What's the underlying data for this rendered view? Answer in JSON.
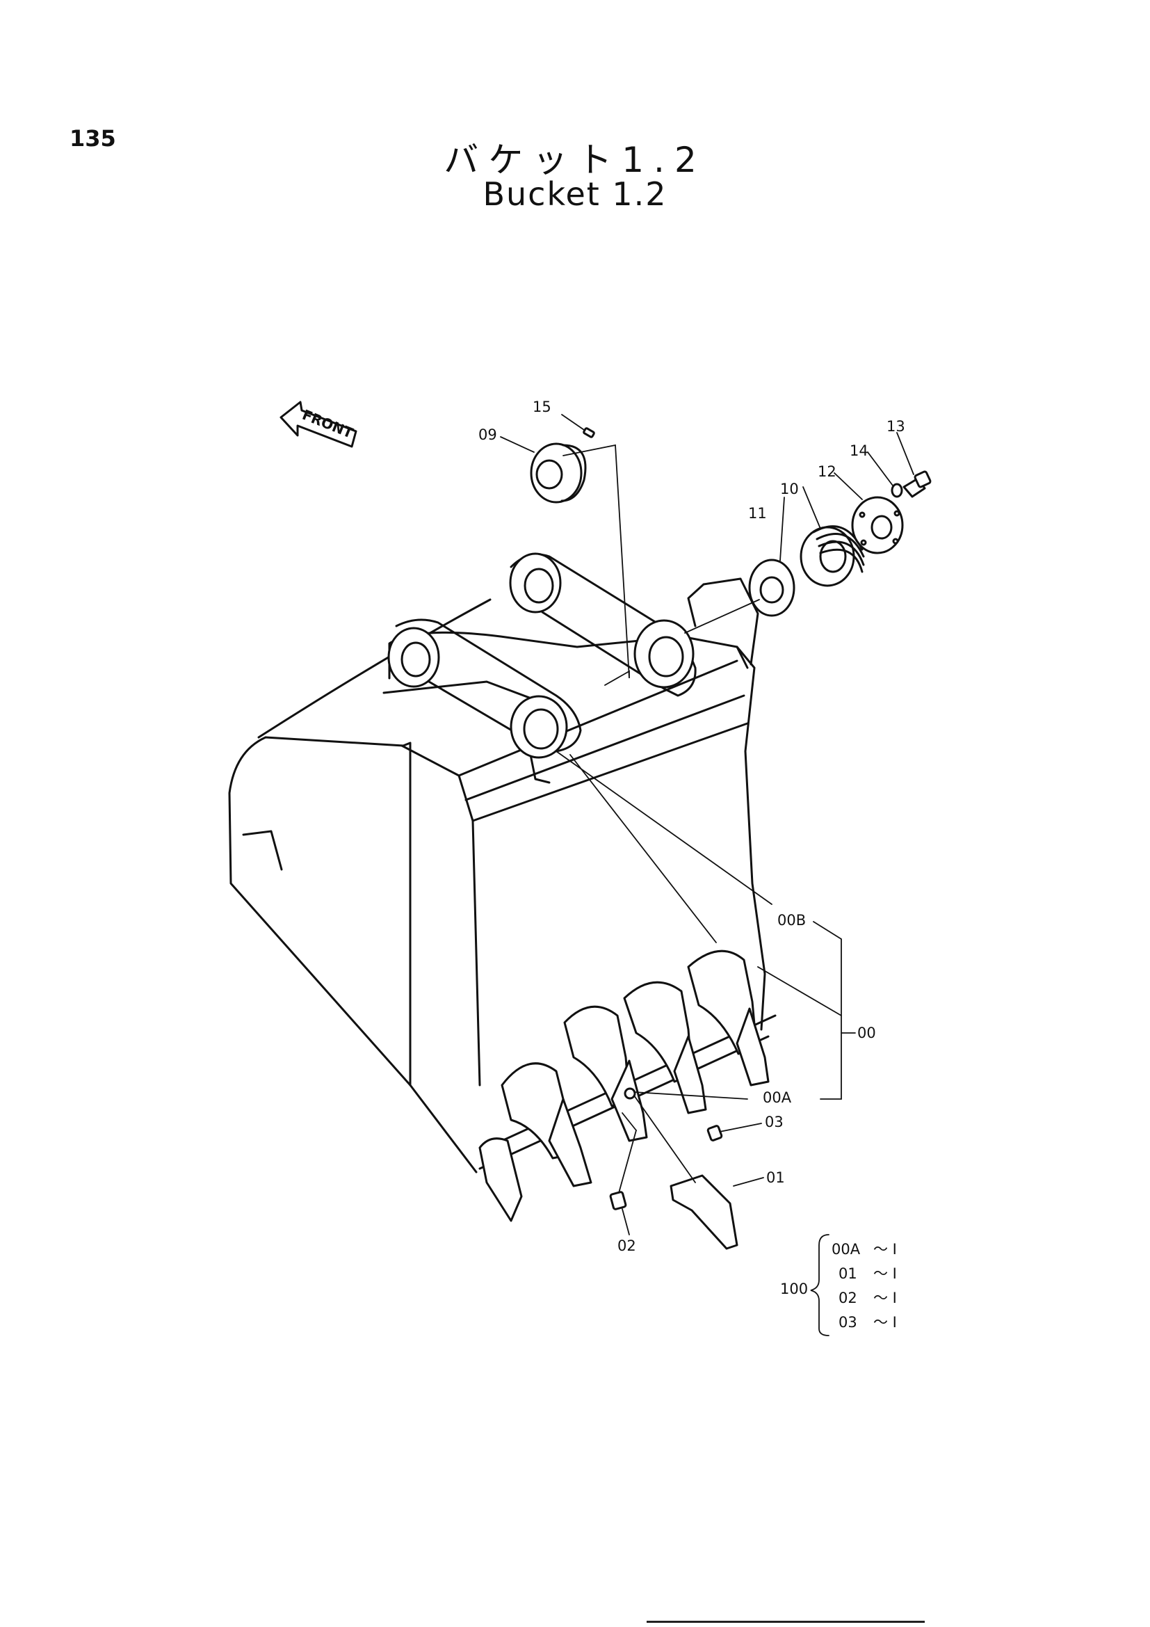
{
  "page": {
    "number": "135"
  },
  "title": {
    "ja": "バケット1.2",
    "en": "Bucket 1.2"
  },
  "front_arrow": {
    "label": "FRONT",
    "icon": "arrow-left-icon"
  },
  "callouts": {
    "c13": "13",
    "c14": "14",
    "c12": "12",
    "c10": "10",
    "c11": "11",
    "c15": "15",
    "c09": "09",
    "c00B": "00B",
    "c00": "00",
    "c00A": "00A",
    "c03": "03",
    "c01": "01",
    "c02": "02"
  },
  "kit": {
    "number": "100",
    "items": [
      {
        "part": "00A",
        "qty": "～ I"
      },
      {
        "part": "01",
        "qty": "～ I"
      },
      {
        "part": "02",
        "qty": "～ I"
      },
      {
        "part": "03",
        "qty": "～ I"
      }
    ]
  }
}
